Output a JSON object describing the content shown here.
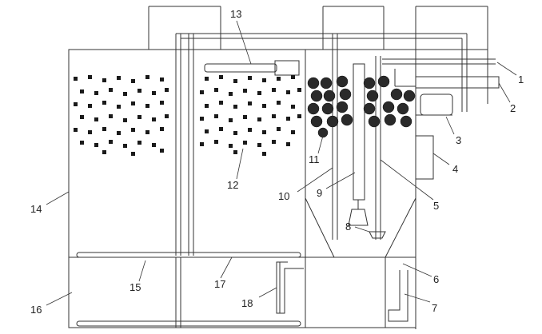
{
  "labels": {
    "l1": "1",
    "l2": "2",
    "l3": "3",
    "l4": "4",
    "l5": "5",
    "l6": "6",
    "l7": "7",
    "l8": "8",
    "l9": "9",
    "l10": "10",
    "l11": "11",
    "l12": "12",
    "l13": "13",
    "l14": "14",
    "l15": "15",
    "l16": "16",
    "l17": "17",
    "l18": "18"
  },
  "colors": {
    "line": "#333333",
    "fill": "#1a1a1a",
    "pipe": "#555555"
  }
}
